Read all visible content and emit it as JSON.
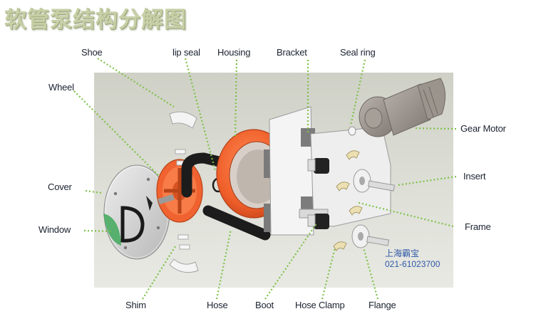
{
  "title": "软管泵结构分解图",
  "labels": {
    "shoe": "Shoe",
    "lip_seal": "lip seal",
    "housing": "Housing",
    "bracket": "Bracket",
    "seal_ring": "Seal ring",
    "wheel": "Wheel",
    "gear_motor": "Gear Motor",
    "insert": "Insert",
    "cover": "Cover",
    "frame": "Frame",
    "window": "Window",
    "shim": "Shim",
    "hose": "Hose",
    "boot": "Boot",
    "hose_clamp": "Hose Clamp",
    "flange": "Flange"
  },
  "contact": {
    "company": "上海霸宝",
    "phone": "021-61023700"
  },
  "colors": {
    "title": "#c7cfa6",
    "leader_line": "#7ec24a",
    "housing": "#f0662f",
    "panel": "#d8d9d0"
  }
}
